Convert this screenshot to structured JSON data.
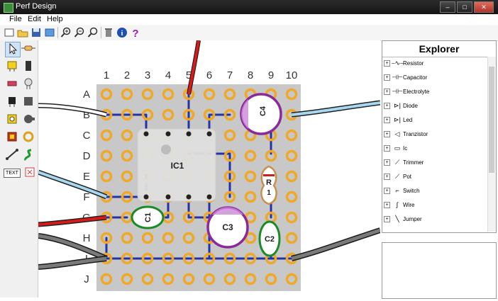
{
  "window": {
    "title": "Perf Design"
  },
  "menu": [
    "File",
    "Edit",
    "Help"
  ],
  "board": {
    "columns": [
      "1",
      "2",
      "3",
      "4",
      "5",
      "6",
      "7",
      "8",
      "9",
      "10"
    ],
    "rows": [
      "A",
      "B",
      "C",
      "D",
      "E",
      "F",
      "G",
      "H",
      "I",
      "J"
    ],
    "components": {
      "ic": "IC1",
      "c1": "C1",
      "c2": "C2",
      "c3": "C3",
      "c4": "C4",
      "r": "R",
      "r_num": "1"
    }
  },
  "explorer": {
    "title": "Explorer",
    "items": [
      "Resistor",
      "Capacitor",
      "Electrolyte",
      "Diode",
      "Led",
      "Tranzistor",
      "Ic",
      "Trimmer",
      "Pot",
      "Switch",
      "Wire",
      "Jumper"
    ]
  },
  "palette": {
    "text_label": "TEXT"
  },
  "colors": {
    "pad": "#f0a828",
    "trace": "#2233aa",
    "ic_body": "#e0e0e0",
    "cap_ring": "#8a2a9a",
    "cap2_ring": "#1a8a2a",
    "wire_red": "#d81a1a",
    "wire_gray": "#4a4a4a",
    "wire_light": "#a8d8f0"
  }
}
